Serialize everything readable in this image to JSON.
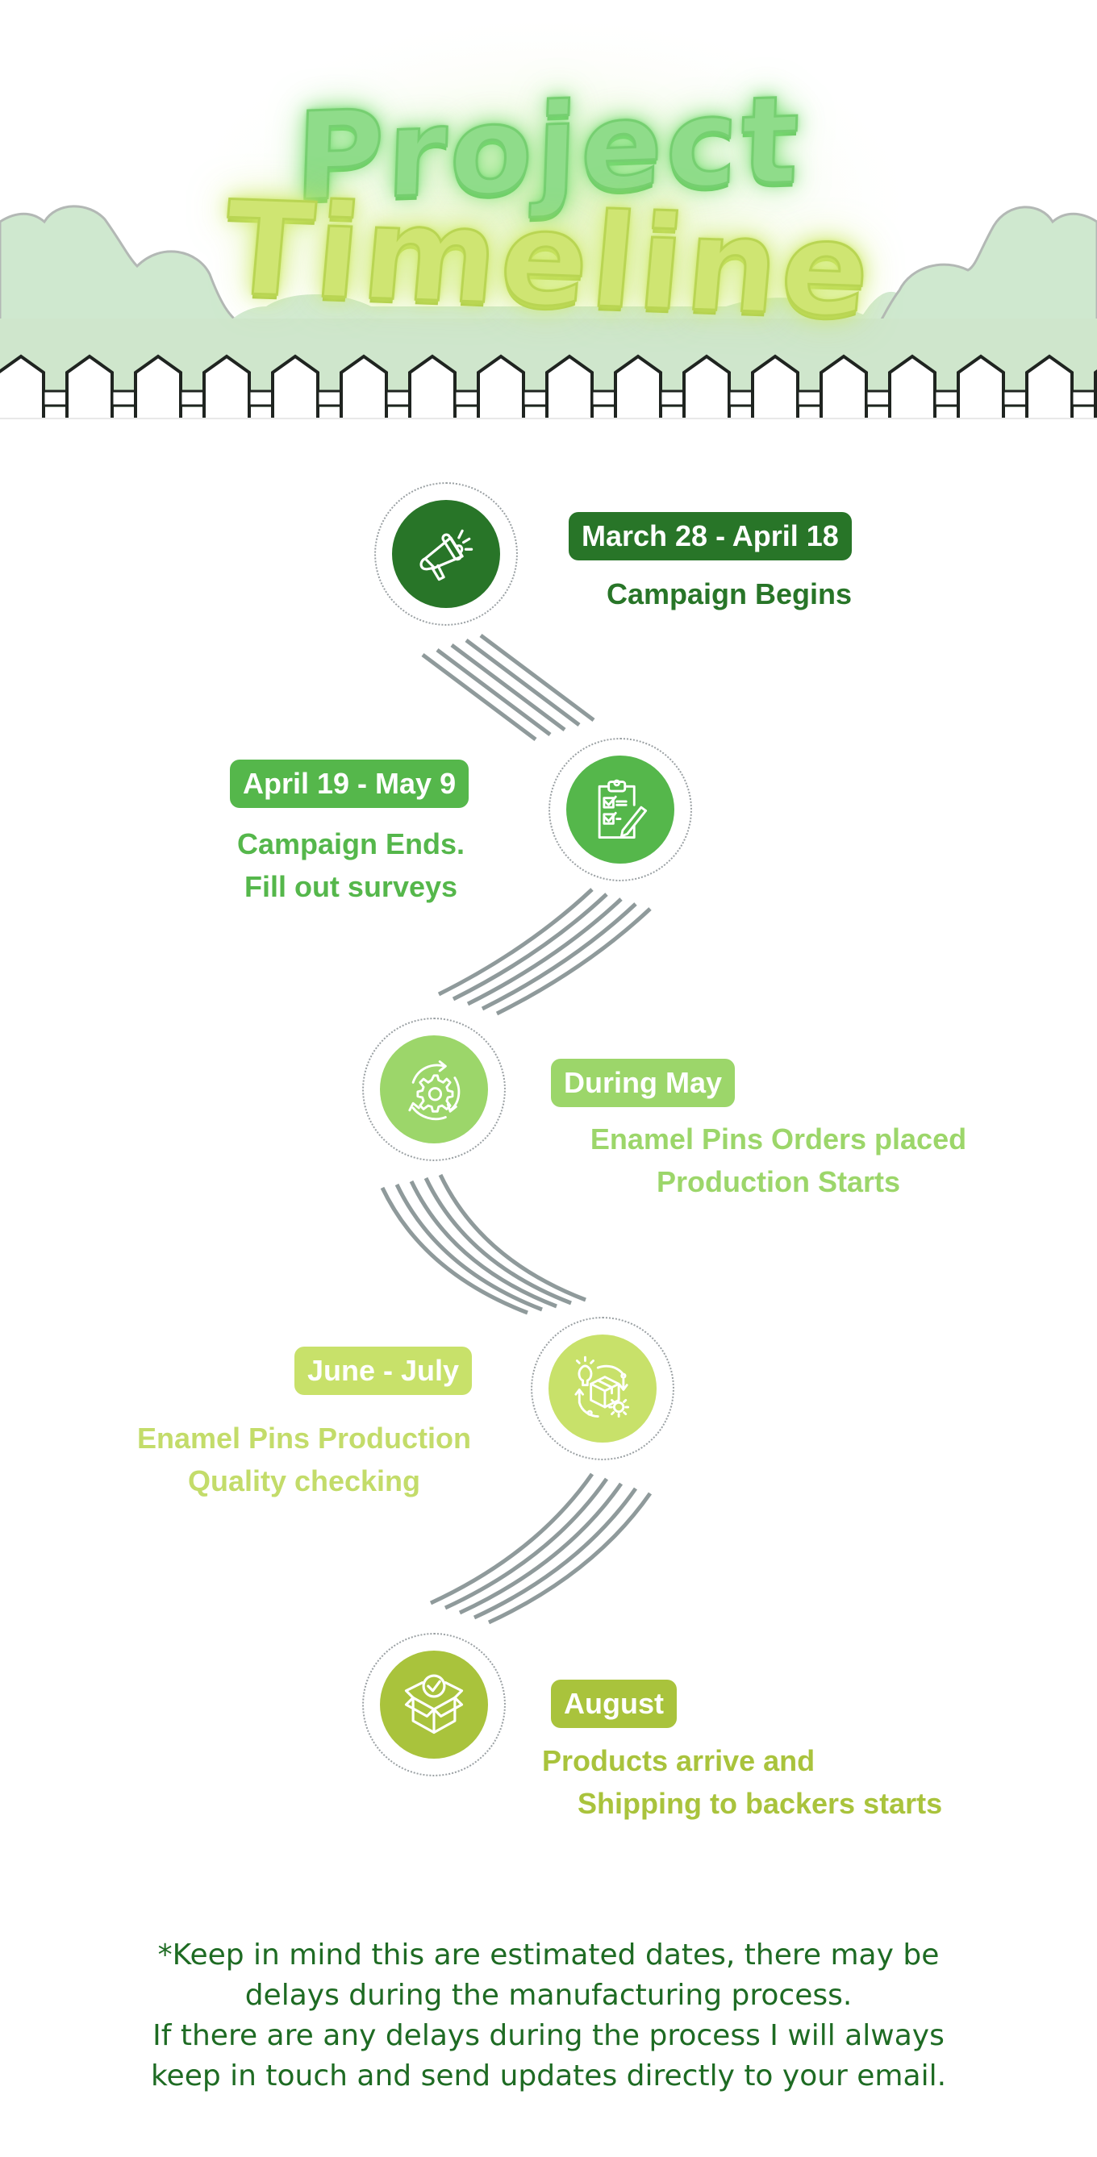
{
  "header": {
    "title_line1": "Project",
    "title_line2": "Timeline"
  },
  "colors": {
    "step1": "#287528",
    "step2": "#55b74b",
    "step3": "#9cd66a",
    "step4": "#c8e16a",
    "step5": "#a9c33c",
    "stripe": "#8f9a9b",
    "footer_text": "#1e6b23"
  },
  "timeline": [
    {
      "date": "March 28 - April 18",
      "lines": [
        "Campaign Begins"
      ],
      "icon": "megaphone-icon"
    },
    {
      "date": "April 19 - May 9",
      "lines": [
        "Campaign Ends.",
        "Fill out surveys"
      ],
      "icon": "clipboard-checklist-icon"
    },
    {
      "date": "During May",
      "lines": [
        "Enamel Pins Orders placed",
        "Production Starts"
      ],
      "icon": "gear-cycle-icon"
    },
    {
      "date": "June - July",
      "lines": [
        "Enamel Pins Production",
        "Quality checking"
      ],
      "icon": "production-cycle-icon"
    },
    {
      "date": "August",
      "lines": [
        "Products arrive and",
        "Shipping to backers starts"
      ],
      "icon": "box-check-icon"
    }
  ],
  "footer": {
    "lines": [
      "*Keep in mind this are estimated dates, there may be",
      "delays during the manufacturing process.",
      "If there are any delays during the process I will always",
      "keep in touch and send updates directly to your email."
    ]
  }
}
